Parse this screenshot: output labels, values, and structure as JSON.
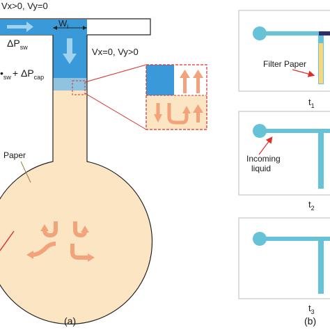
{
  "colors": {
    "liquid_blue": "#3a9ad9",
    "paper_beige": "#fbe5c2",
    "channel_cyan": "#66c2d6",
    "arrow_orange": "#f2a37c",
    "red": "#d9302c",
    "yellow": "#f4d77f",
    "dark_navy": "#2e2e6e"
  },
  "panel_a": {
    "label_top": "Vx>0, Vy=0",
    "label_dp_sw": "ΔP",
    "label_dp_sw_sub": "sw",
    "label_wi": "W",
    "label_wi_sub": "i",
    "label_vertical": "Vx=0, Vy>0",
    "label_combined_prefix": "•",
    "label_combined_sub1": "sw",
    "label_combined_mid": "+ ΔP",
    "label_combined_sub2": "cap",
    "label_paper": "Paper",
    "caption": "(a)"
  },
  "panel_b": {
    "label_filter_paper": "Filter Paper",
    "label_incoming_liquid_line1": "Incoming",
    "label_incoming_liquid_line2": "liquid",
    "t1": "t",
    "t1_sub": "1",
    "t2": "t",
    "t2_sub": "2",
    "t3": "t",
    "t3_sub": "3",
    "caption": "(b)"
  }
}
